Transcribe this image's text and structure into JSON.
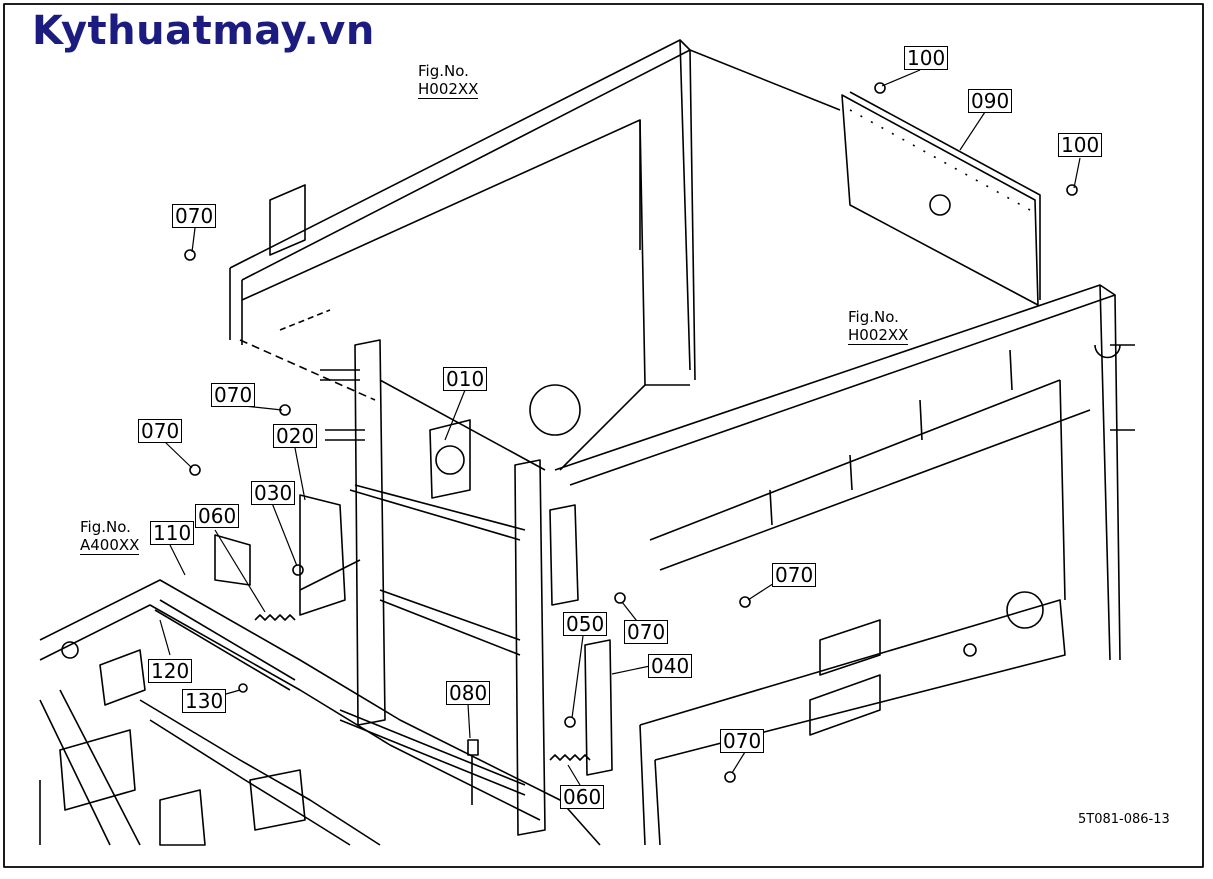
{
  "brand": {
    "text": "Kythuatmay.vn",
    "color": "#1c1c80"
  },
  "fig_refs": [
    {
      "label": "Fig.No.",
      "code": "H002XX"
    },
    {
      "label": "Fig.No.",
      "code": "H002XX"
    },
    {
      "label": "Fig.No.",
      "code": "A400XX"
    }
  ],
  "part_labels": [
    "100",
    "090",
    "100",
    "070",
    "070",
    "010",
    "070",
    "020",
    "030",
    "060",
    "110",
    "120",
    "130",
    "050",
    "070",
    "070",
    "040",
    "080",
    "070",
    "060"
  ],
  "drawing_code": "5T081-086-13",
  "colors": {
    "line": "#000000",
    "label_border": "#000000"
  }
}
